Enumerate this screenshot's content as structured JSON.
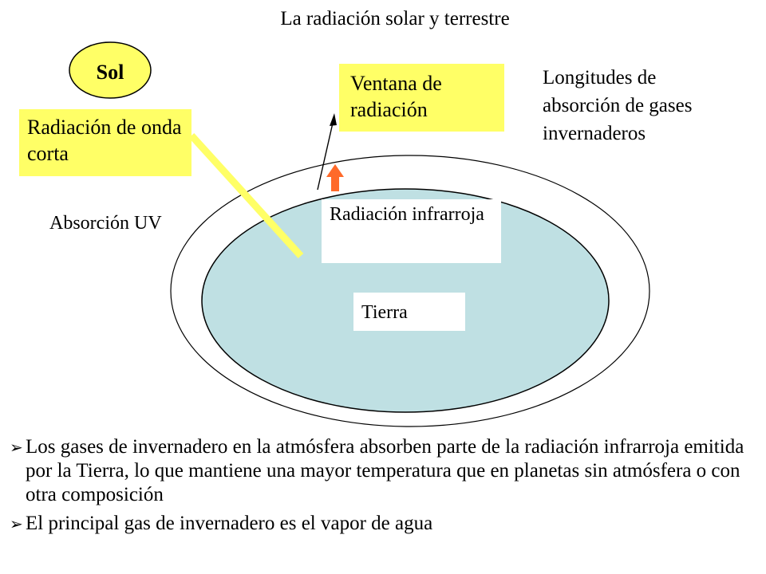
{
  "title": "La radiación solar y terrestre",
  "sun": {
    "label": "Sol",
    "fill_color": "#ffff66"
  },
  "labels": {
    "shortwave": "Radiación de onda corta",
    "window": "Ventana de radiación",
    "absorption_gases": "Longitudes de absorción de gases invernaderos",
    "uv_absorption": "Absorción UV",
    "infrared": "Radiación infrarroja",
    "earth": "Tierra"
  },
  "colors": {
    "yellow_box": "#ffff66",
    "earth_fill": "#bfe0e3",
    "shortwave_ray": "#ffff66",
    "infrared_arrow": "#ff6a2a"
  },
  "bullets": [
    "Los gases de invernadero en la atmósfera absorben parte de la radiación infrarroja emitida por la Tierra, lo que mantiene una mayor temperatura que en planetas sin atmósfera o con otra composición",
    "El principal gas de invernadero es el vapor de agua"
  ]
}
